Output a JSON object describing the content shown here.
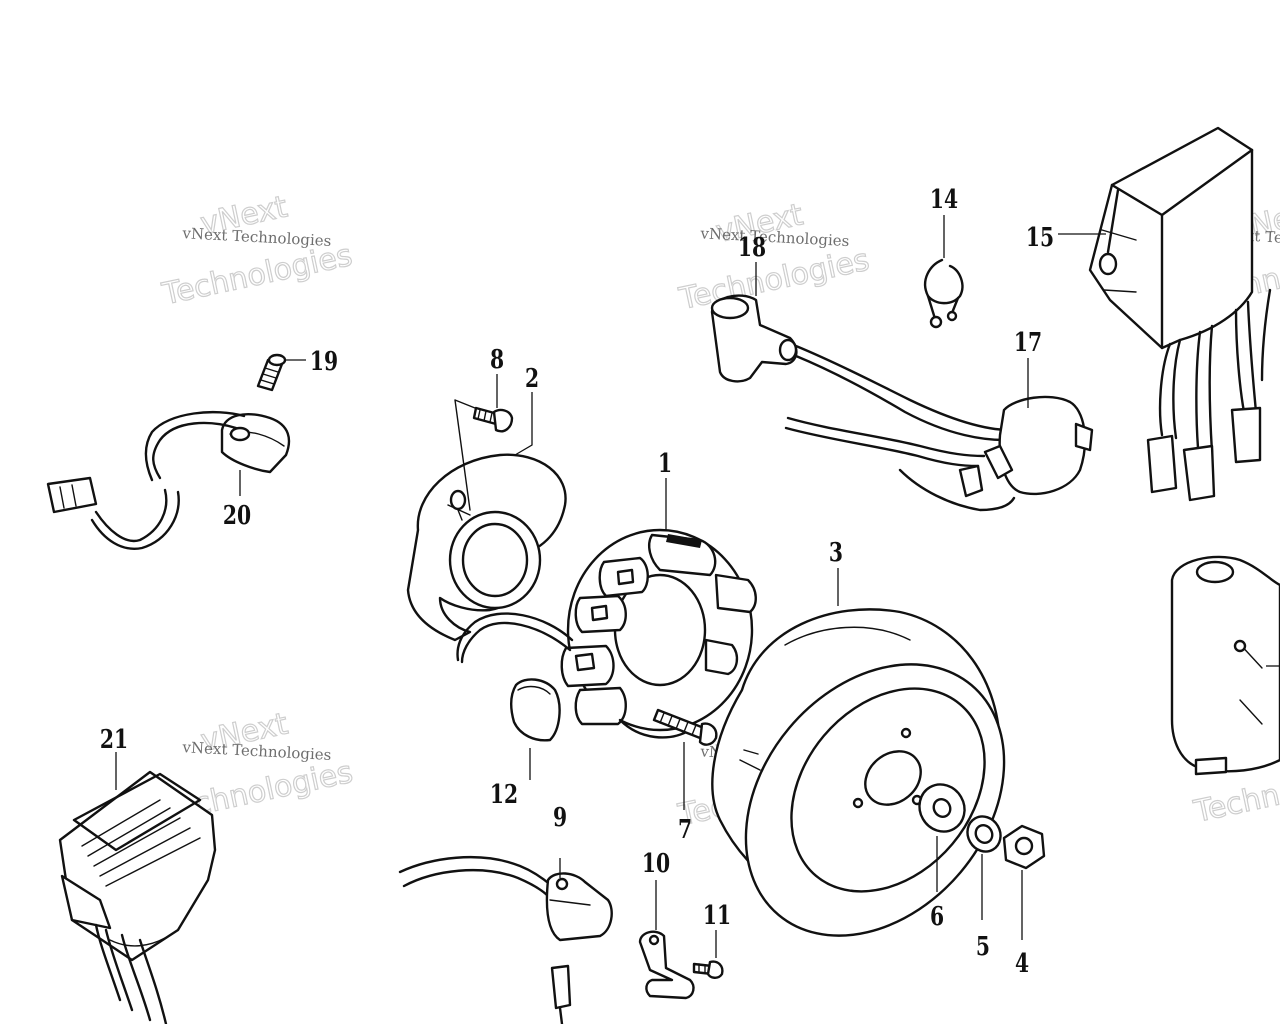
{
  "watermark": {
    "line1": "vNext",
    "line2": "vNext Technologies",
    "line3": "Technologies"
  },
  "callouts": {
    "c1": "1",
    "c2": "2",
    "c3": "3",
    "c4": "4",
    "c5": "5",
    "c6": "6",
    "c7": "7",
    "c8": "8",
    "c9": "9",
    "c10": "10",
    "c11": "11",
    "c12": "12",
    "c14": "14",
    "c15": "15",
    "c17": "17",
    "c18": "18",
    "c19": "19",
    "c20": "20",
    "c21": "21"
  }
}
